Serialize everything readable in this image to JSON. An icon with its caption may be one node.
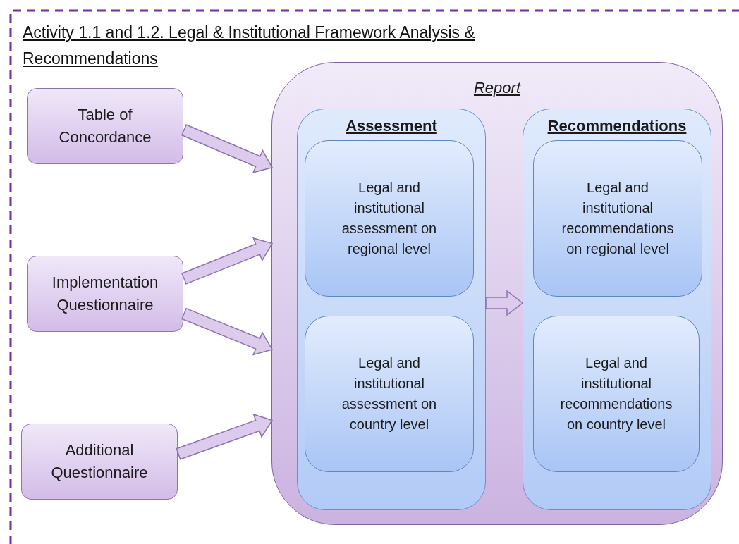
{
  "diagram": {
    "title": "Activity 1.1 and 1.2. Legal & Institutional Framework Analysis & Recommendations",
    "nodes": [
      {
        "text": [
          "Table of Concordance"
        ]
      },
      {
        "text": [
          "Implementation Questionnaire"
        ]
      },
      {
        "text": [
          "Additional Questionnaire"
        ]
      },
      {
        "text": [
          "Report"
        ]
      },
      {
        "text": [
          "Assessment"
        ],
        "in": 3
      },
      {
        "text": [
          "Legal and institutional assessment on regional level"
        ],
        "in": 4
      },
      {
        "text": [
          "Legal and institutional assessment on country level"
        ],
        "in": 4
      },
      {
        "text": [
          "Recommendations"
        ],
        "in": 3
      },
      {
        "text": [
          "Legal and institutional recommendations on regional level"
        ],
        "in": 7
      },
      {
        "text": [
          "Legal and institutional recommendations on country level"
        ],
        "in": 7
      }
    ],
    "edges": [
      {
        "from": 0,
        "to": 3,
        "arrow": "to"
      },
      {
        "from": 1,
        "to": 3,
        "arrow": "to"
      },
      {
        "from": 1,
        "to": 3,
        "arrow": "to"
      },
      {
        "from": 2,
        "to": 3,
        "arrow": "to"
      },
      {
        "from": 4,
        "to": 7,
        "arrow": "to"
      }
    ]
  }
}
